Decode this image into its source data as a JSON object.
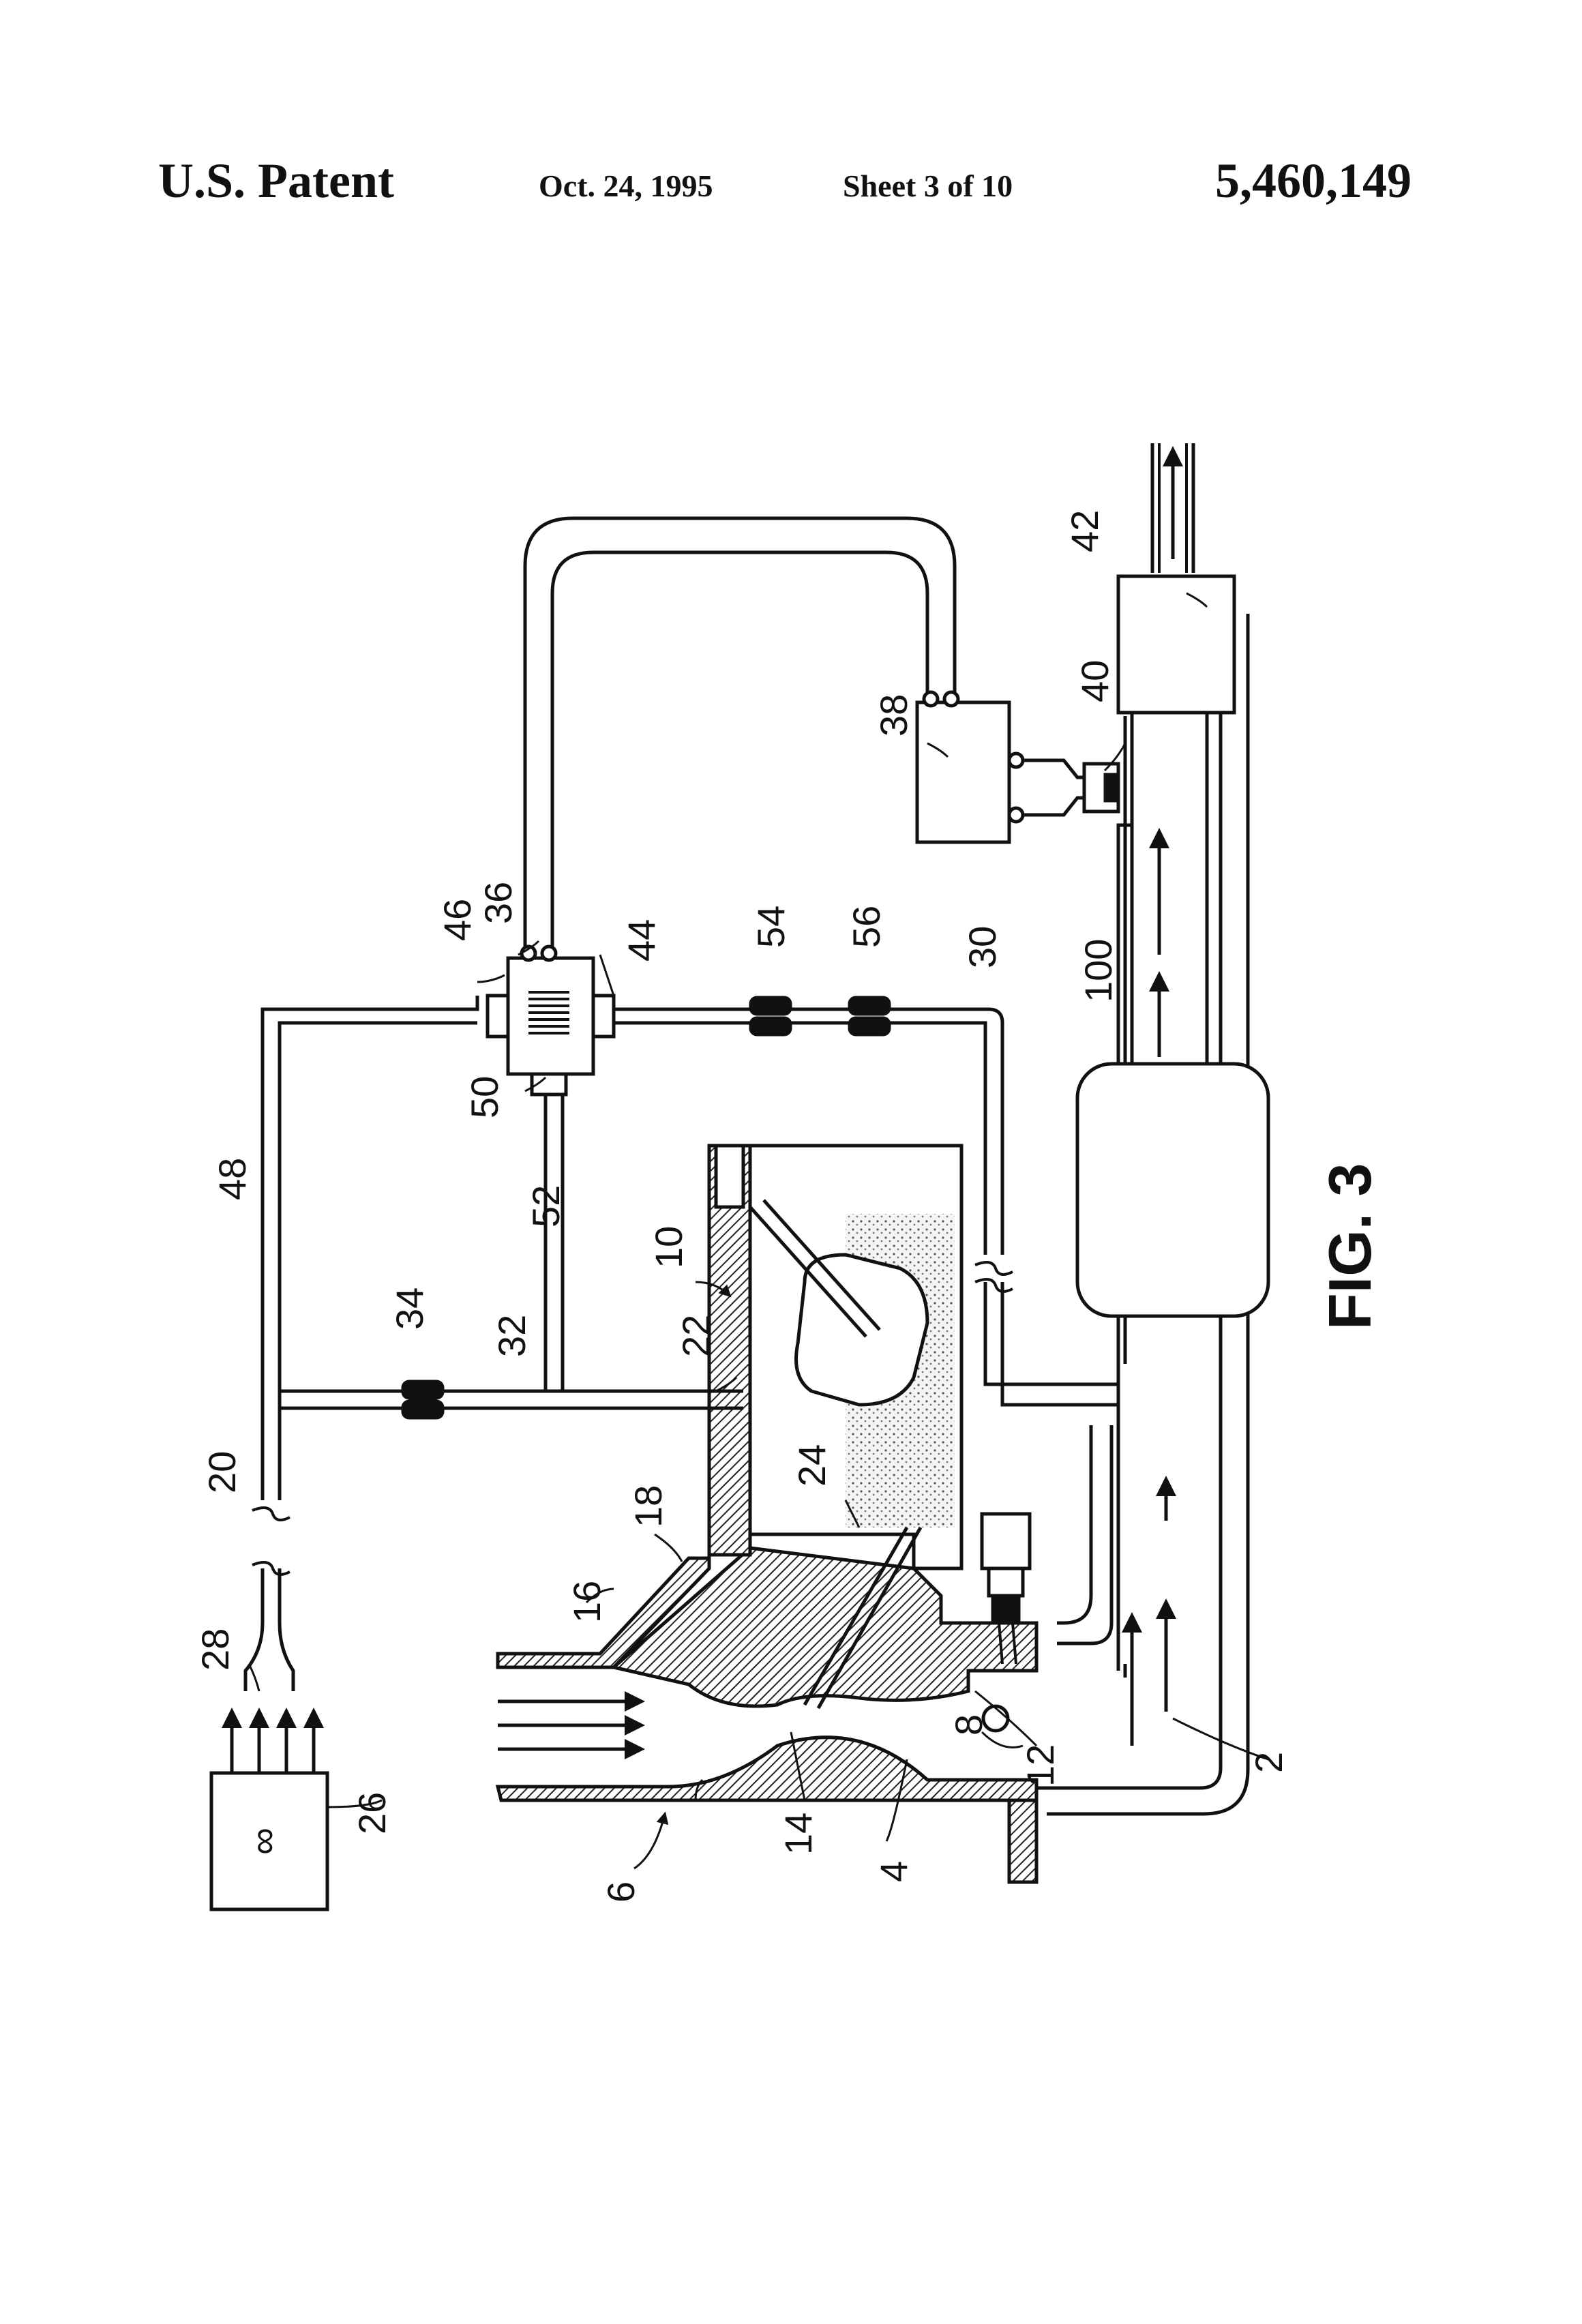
{
  "header": {
    "left": "U.S. Patent",
    "date": "Oct. 24, 1995",
    "sheet": "Sheet 3 of 10",
    "number": "5,460,149"
  },
  "figure": {
    "caption": "FIG. 3",
    "labels": {
      "l2": "2",
      "l4": "4",
      "l6": "6",
      "l8": "8",
      "l10": "10",
      "l12": "12",
      "l14": "14",
      "l16": "16",
      "l18": "18",
      "l20": "20",
      "l22": "22",
      "l24": "24",
      "l26": "26",
      "l28": "28",
      "l30": "30",
      "l32": "32",
      "l34": "34",
      "l36": "36",
      "l38": "38",
      "l40": "40",
      "l42": "42",
      "l44": "44",
      "l46": "46",
      "l48": "48",
      "l50": "50",
      "l52": "52",
      "l54": "54",
      "l56": "56",
      "l100": "100"
    }
  }
}
